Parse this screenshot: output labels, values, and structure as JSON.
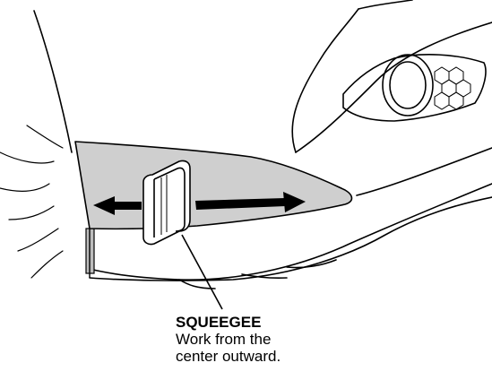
{
  "callout": {
    "title": "SQUEEGEE",
    "line1": "Work from the",
    "line2": "center outward."
  },
  "colors": {
    "film_fill": "#cfcfcf",
    "line": "#000000",
    "background": "#ffffff"
  },
  "icons": {
    "left_arrow": "arrow-left-icon",
    "right_arrow": "arrow-right-icon"
  }
}
